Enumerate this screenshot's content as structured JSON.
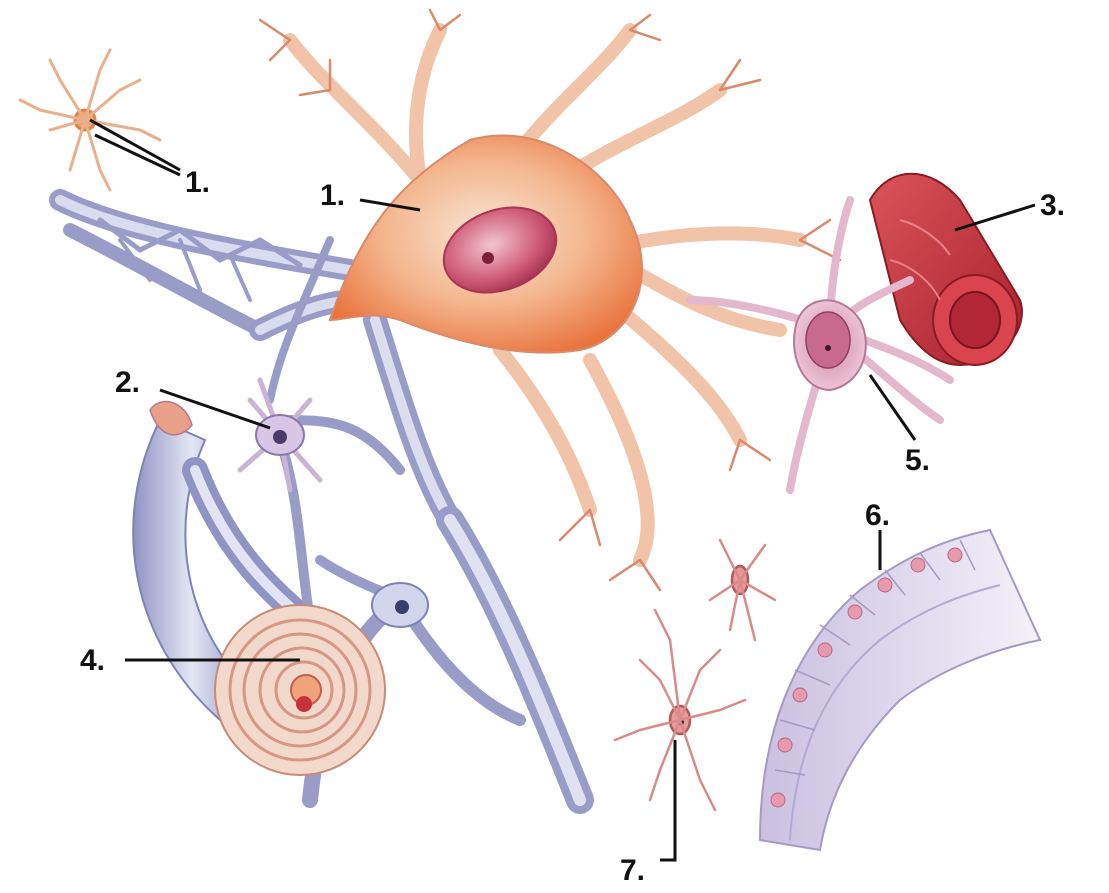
{
  "figure": {
    "labels": [
      {
        "id": "label-1a",
        "text": "1."
      },
      {
        "id": "label-1b",
        "text": "1."
      },
      {
        "id": "label-2",
        "text": "2."
      },
      {
        "id": "label-3",
        "text": "3."
      },
      {
        "id": "label-4",
        "text": "4."
      },
      {
        "id": "label-5",
        "text": "5."
      },
      {
        "id": "label-6",
        "text": "6."
      },
      {
        "id": "label-7",
        "text": "7."
      }
    ]
  },
  "colors": {
    "neuron": "#f2b08a",
    "neuron_core": "#e9743e",
    "neuron_outline": "#d98a6a",
    "nucleus": "#c9506a",
    "glia": "#e6a9c2",
    "glia_outline": "#b77796",
    "axon": "#b9bcd9",
    "axon_dark": "#7f83b2",
    "vessel": "#c9303a",
    "myelin": "#f3c9b9",
    "epithelium": "#d9d3ea",
    "label": "#111111"
  }
}
